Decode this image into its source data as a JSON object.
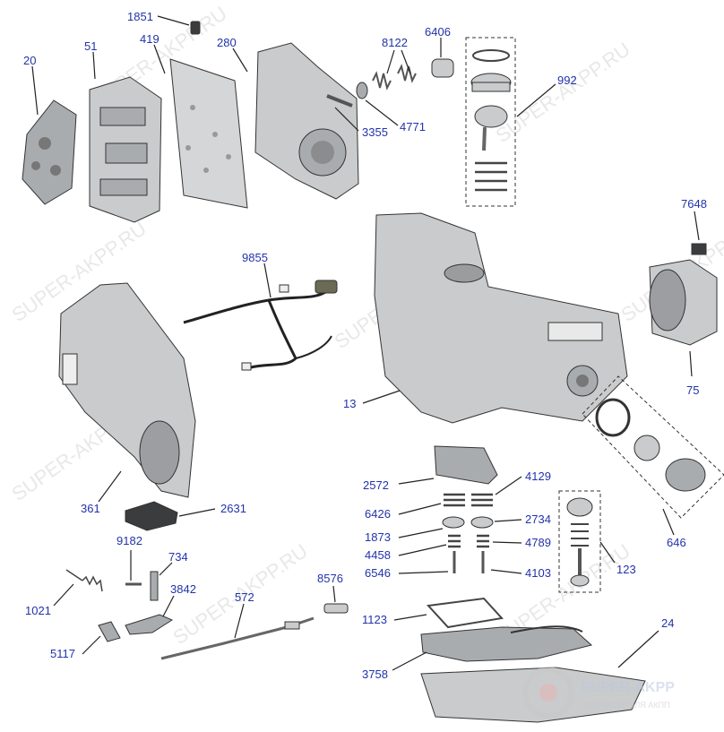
{
  "watermark": {
    "text": "SUPER-AKPP.RU"
  },
  "logo": {
    "title": "SUPER-AKPP",
    "subtitle": "ЗАПЧАСТИ ДЛЯ АКПП"
  },
  "parts": {
    "p1851": "1851",
    "p51": "51",
    "p419": "419",
    "p280": "280",
    "p20": "20",
    "p8122": "8122",
    "p6406": "6406",
    "p992": "992",
    "p3355": "3355",
    "p4771": "4771",
    "p7648": "7648",
    "p9855": "9855",
    "p13": "13",
    "p75": "75",
    "p361": "361",
    "p2631": "2631",
    "p2572": "2572",
    "p4129": "4129",
    "p6426": "6426",
    "p2734": "2734",
    "p1873": "1873",
    "p4458": "4458",
    "p4789": "4789",
    "p6546": "6546",
    "p4103": "4103",
    "p123": "123",
    "p646": "646",
    "p9182": "9182",
    "p734": "734",
    "p3842": "3842",
    "p1021": "1021",
    "p572": "572",
    "p8576": "8576",
    "p1123": "1123",
    "p5117": "5117",
    "p3758": "3758",
    "p24": "24"
  }
}
